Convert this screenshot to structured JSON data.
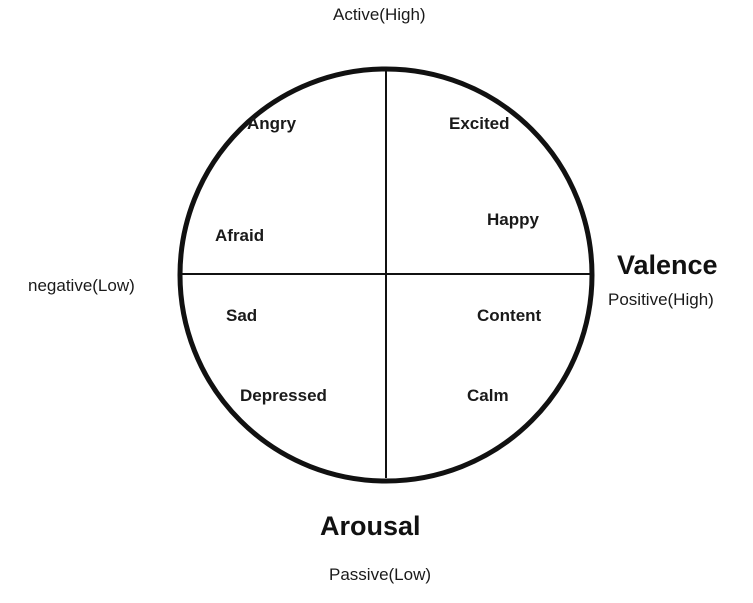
{
  "diagram": {
    "axes": {
      "vertical": {
        "title": "Arousal",
        "top_pole": "Active(High)",
        "bottom_pole": "Passive(Low)"
      },
      "horizontal": {
        "title": "Valence",
        "left_pole": "negative(Low)",
        "right_pole": "Positive(High)"
      }
    },
    "quadrants": {
      "top_left": [
        "Angry",
        "Afraid"
      ],
      "top_right": [
        "Excited",
        "Happy"
      ],
      "bottom_left": [
        "Sad",
        "Depressed"
      ],
      "bottom_right": [
        "Content",
        "Calm"
      ]
    },
    "colors": {
      "outline": "#111111",
      "text": "#111111",
      "background": "#ffffff"
    }
  }
}
